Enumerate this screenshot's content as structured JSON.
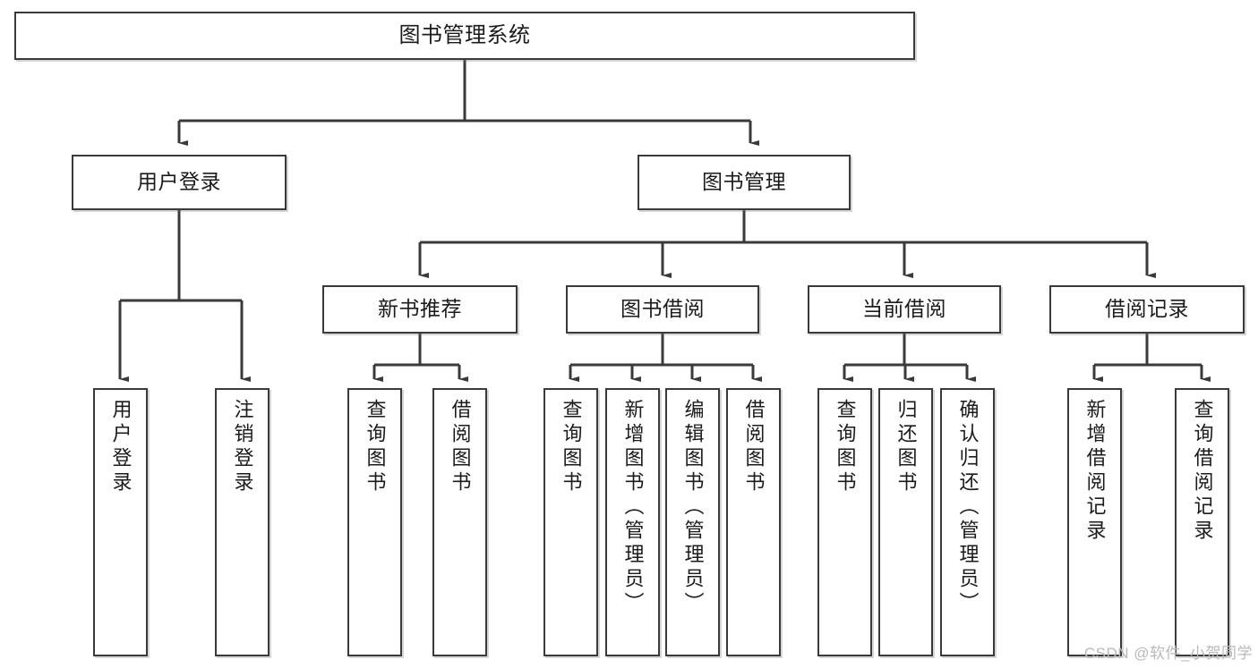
{
  "diagram": {
    "title": "图书管理系统",
    "type": "tree",
    "root": {
      "label": "图书管理系统"
    },
    "level2": [
      {
        "label": "用户登录"
      },
      {
        "label": "图书管理"
      }
    ],
    "level3": [
      {
        "label": "新书推荐"
      },
      {
        "label": "图书借阅"
      },
      {
        "label": "当前借阅"
      },
      {
        "label": "借阅记录"
      }
    ],
    "leaves": {
      "user_login": [
        {
          "label": "用户登录"
        },
        {
          "label": "注销登录"
        }
      ],
      "new_book_recommend": [
        {
          "label": "查询图书"
        },
        {
          "label": "借阅图书"
        }
      ],
      "book_borrow": [
        {
          "label": "查询图书"
        },
        {
          "label": "新增图书（管理员）"
        },
        {
          "label": "编辑图书（管理员）"
        },
        {
          "label": "借阅图书"
        }
      ],
      "current_borrow": [
        {
          "label": "查询图书"
        },
        {
          "label": "归还图书"
        },
        {
          "label": "确认归还（管理员）"
        }
      ],
      "borrow_record": [
        {
          "label": "新增借阅记录"
        },
        {
          "label": "查询借阅记录"
        }
      ]
    }
  },
  "watermark": {
    "text": "CSDN @软件_小贺同学"
  },
  "colors": {
    "stroke": "#3a3a3a",
    "background": "#ffffff",
    "text": "#1b1b1b",
    "watermark": "#b9b9b9"
  }
}
